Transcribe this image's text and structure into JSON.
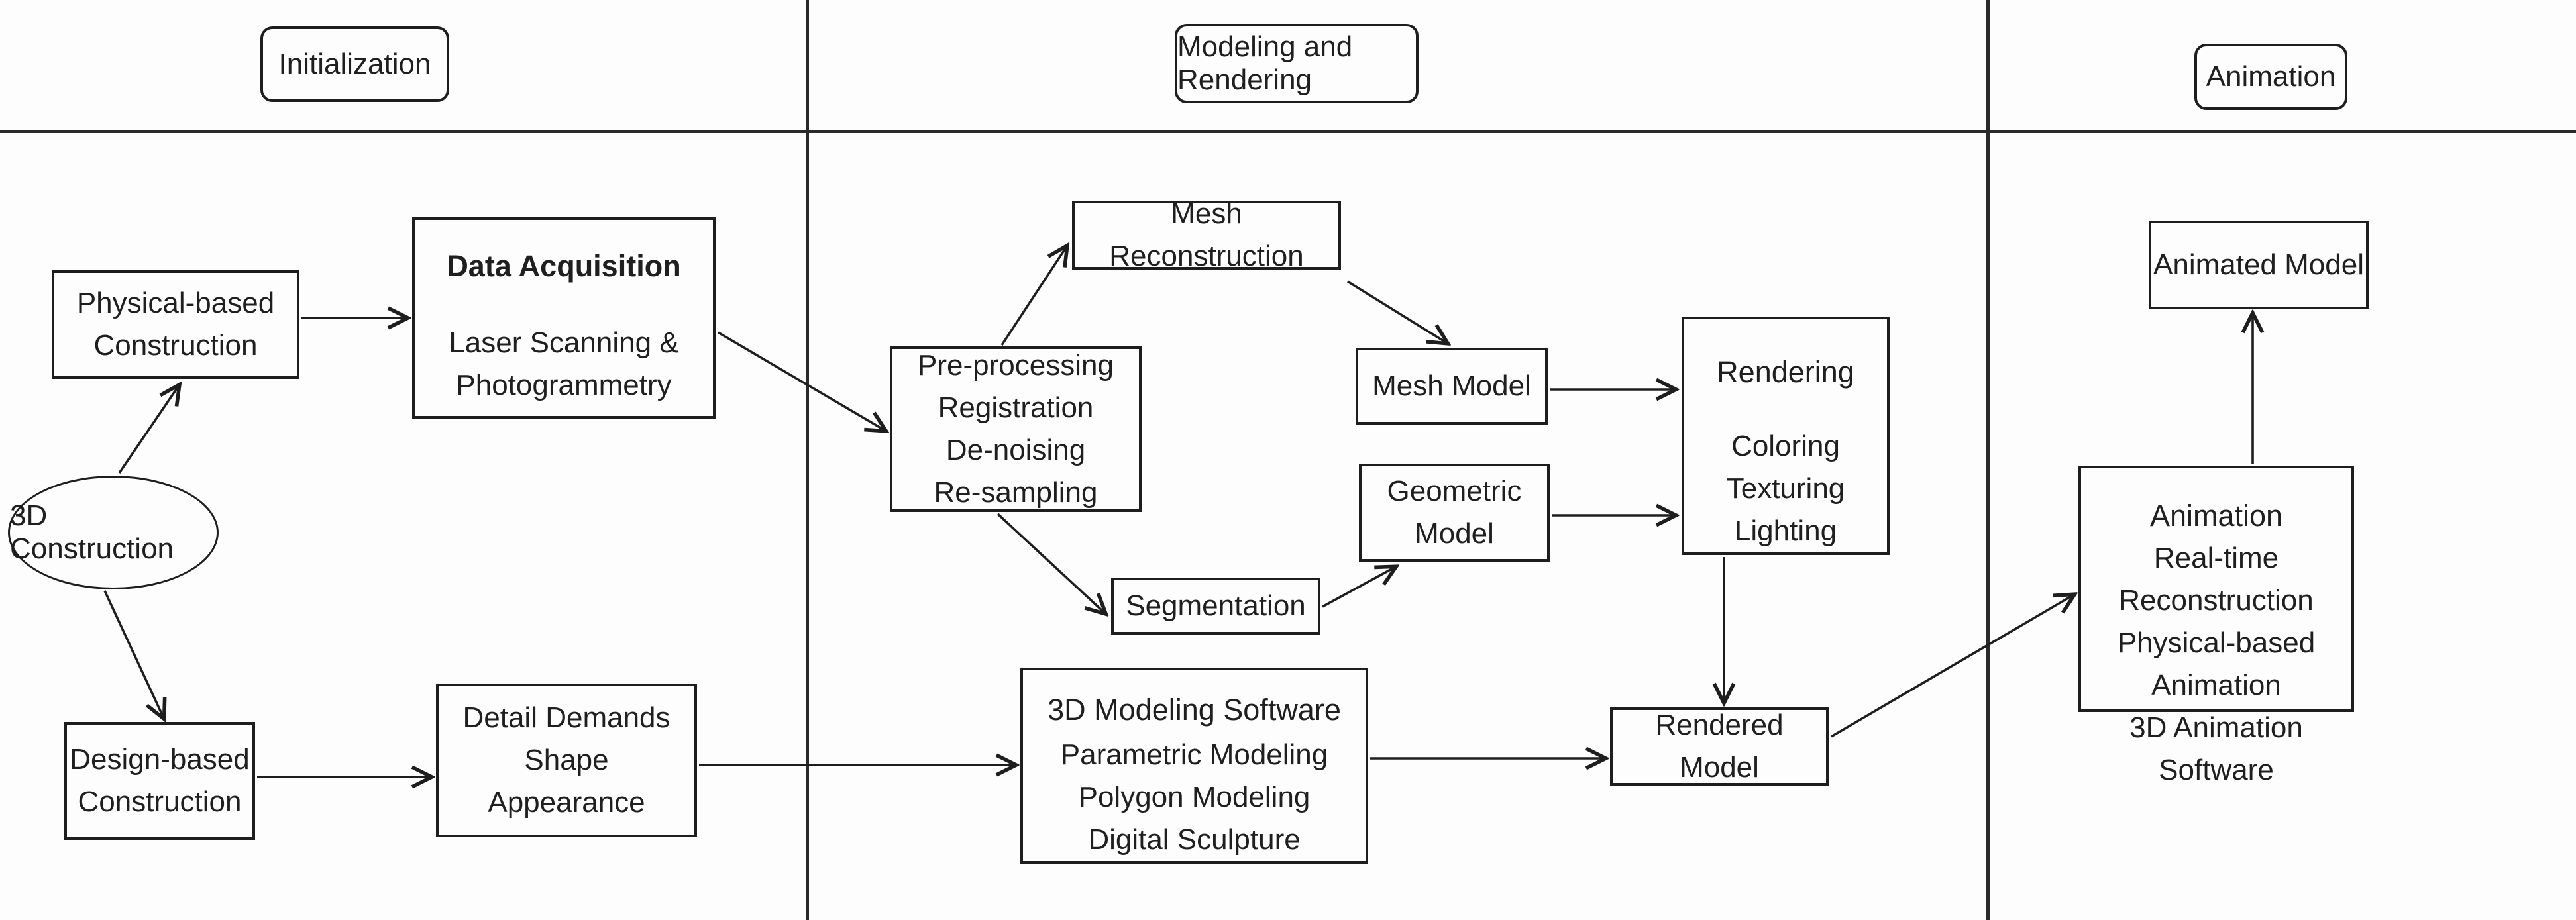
{
  "colors": {
    "line": "#1e1e1e",
    "background": "#fdfdfd",
    "text": "#1f1f1f"
  },
  "phases": {
    "initialization": {
      "label": "Initialization"
    },
    "modeling_rendering": {
      "label": "Modeling and Rendering"
    },
    "animation": {
      "label": "Animation"
    }
  },
  "nodes": {
    "construction_root": {
      "label": "3D Construction"
    },
    "physical_based": {
      "lines": [
        "Physical-based",
        "Construction"
      ]
    },
    "design_based": {
      "lines": [
        "Design-based",
        "Construction"
      ]
    },
    "data_acquisition": {
      "title": "Data Acquisition",
      "lines": [
        "Laser Scanning &",
        "Photogrammetry"
      ]
    },
    "detail_demands": {
      "lines": [
        "Detail Demands",
        "Shape",
        "Appearance"
      ]
    },
    "pre_processing": {
      "lines": [
        "Pre-processing",
        "Registration",
        "De-noising",
        "Re-sampling"
      ]
    },
    "mesh_reconstruction": {
      "label": "Mesh Reconstruction"
    },
    "segmentation": {
      "label": "Segmentation"
    },
    "mesh_model": {
      "label": "Mesh Model"
    },
    "geometric_model": {
      "lines": [
        "Geometric",
        "Model"
      ]
    },
    "rendering": {
      "title": "Rendering",
      "lines": [
        "Coloring",
        "Texturing",
        "Lighting"
      ]
    },
    "modeling_software": {
      "title": "3D Modeling Software",
      "lines": [
        "Parametric Modeling",
        "Polygon Modeling",
        "Digital Sculpture"
      ]
    },
    "rendered_model": {
      "label": "Rendered Model"
    },
    "animation_process": {
      "title": "Animation",
      "lines": [
        "Real-time Reconstruction",
        "Physical-based Animation",
        "3D Animation Software"
      ]
    },
    "animated_model": {
      "label": "Animated Model"
    }
  }
}
